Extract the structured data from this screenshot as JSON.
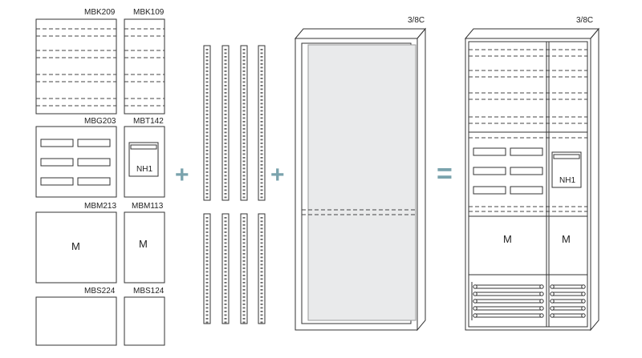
{
  "modules": {
    "mbk209": "MBK209",
    "mbk109": "MBK109",
    "mbg203": "MBG203",
    "mbt142": "MBT142",
    "mbt142_inner": "NH1",
    "mbm213": "MBM213",
    "mbm213_inner": "M",
    "mbm113": "MBM113",
    "mbm113_inner": "M",
    "mbs224": "MBS224",
    "mbs124": "MBS124"
  },
  "operators": {
    "plus1": "+",
    "plus2": "+",
    "equals": "="
  },
  "enclosure": {
    "label": "3/8C"
  },
  "result": {
    "label": "3/8C",
    "nh_label": "NH1",
    "m_left": "M",
    "m_right": "M"
  },
  "colors": {
    "operator": "#7aa3ad",
    "enclosure_fill": "#e9eaeb",
    "line": "#333333"
  }
}
